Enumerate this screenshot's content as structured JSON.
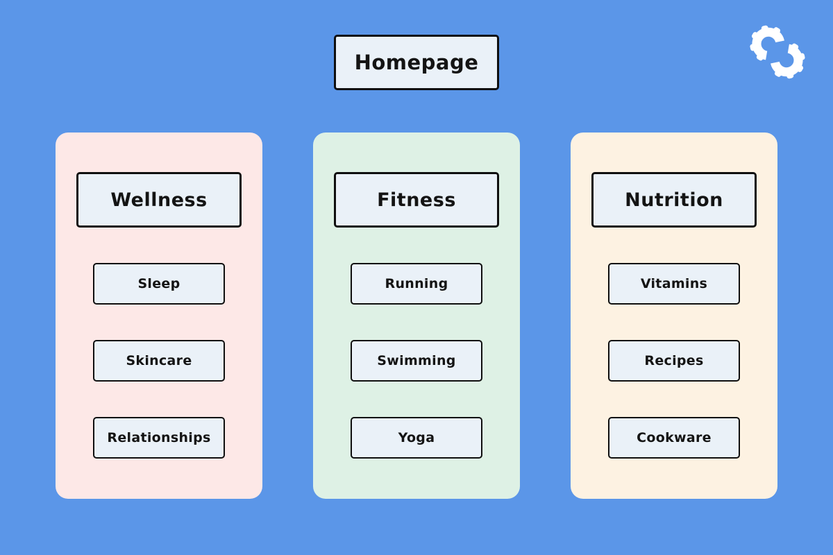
{
  "page": {
    "background_color": "#5b96e8"
  },
  "logo": {
    "icon": "double-gear-icon",
    "color": "#ffffff"
  },
  "diagram": {
    "type": "sitemap",
    "node_fill": "#eaf1f8",
    "node_border": "#0f0f0f",
    "root": {
      "label": "Homepage"
    },
    "columns": [
      {
        "title": "Wellness",
        "color": "#fde8e7",
        "items": [
          "Sleep",
          "Skincare",
          "Relationships"
        ]
      },
      {
        "title": "Fitness",
        "color": "#def1e5",
        "items": [
          "Running",
          "Swimming",
          "Yoga"
        ]
      },
      {
        "title": "Nutrition",
        "color": "#fdf2e2",
        "items": [
          "Vitamins",
          "Recipes",
          "Cookware"
        ]
      }
    ]
  }
}
